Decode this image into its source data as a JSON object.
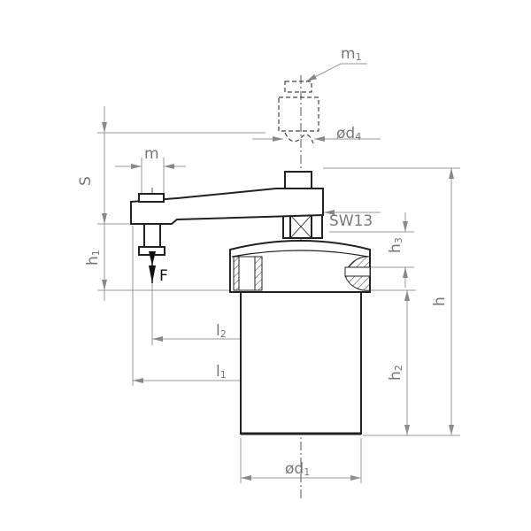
{
  "labels": {
    "m1": "m",
    "m1_sub": "1",
    "d4": "ød",
    "d4_sub": "4",
    "S": "S",
    "m": "m",
    "SW13": "SW13",
    "h1": "h",
    "h1_sub": "1",
    "h3": "h",
    "h3_sub": "3",
    "h": "h",
    "F": "F",
    "l2": "l",
    "l2_sub": "2",
    "l1": "l",
    "l1_sub": "1",
    "h2": "h",
    "h2_sub": "2",
    "d1": "ød",
    "d1_sub": "1"
  },
  "colors": {
    "outline": "#222222",
    "dimension": "#999999",
    "text": "#777777"
  }
}
